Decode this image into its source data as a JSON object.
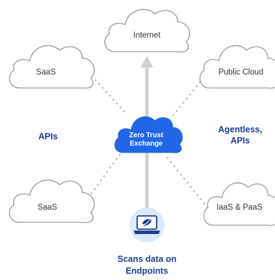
{
  "center": {
    "line1": "Zero Trust",
    "line2": "Exchange",
    "color": "#2166e6"
  },
  "clouds": {
    "internet": "Internet",
    "saas_top": "SaaS",
    "public_cloud": "Public Cloud",
    "saas_bottom": "SaaS",
    "iaas_paas": "IaaS & PaaS"
  },
  "labels": {
    "apis": "APIs",
    "agentless_line1": "Agentless,",
    "agentless_line2": "APIs",
    "endpoints_line1": "Scans data on",
    "endpoints_line2": "Endpoints"
  },
  "endpoint_icon": "laptop-icon",
  "colors": {
    "label_blue": "#1d3f8f",
    "icon_bg": "#dce8fb"
  }
}
